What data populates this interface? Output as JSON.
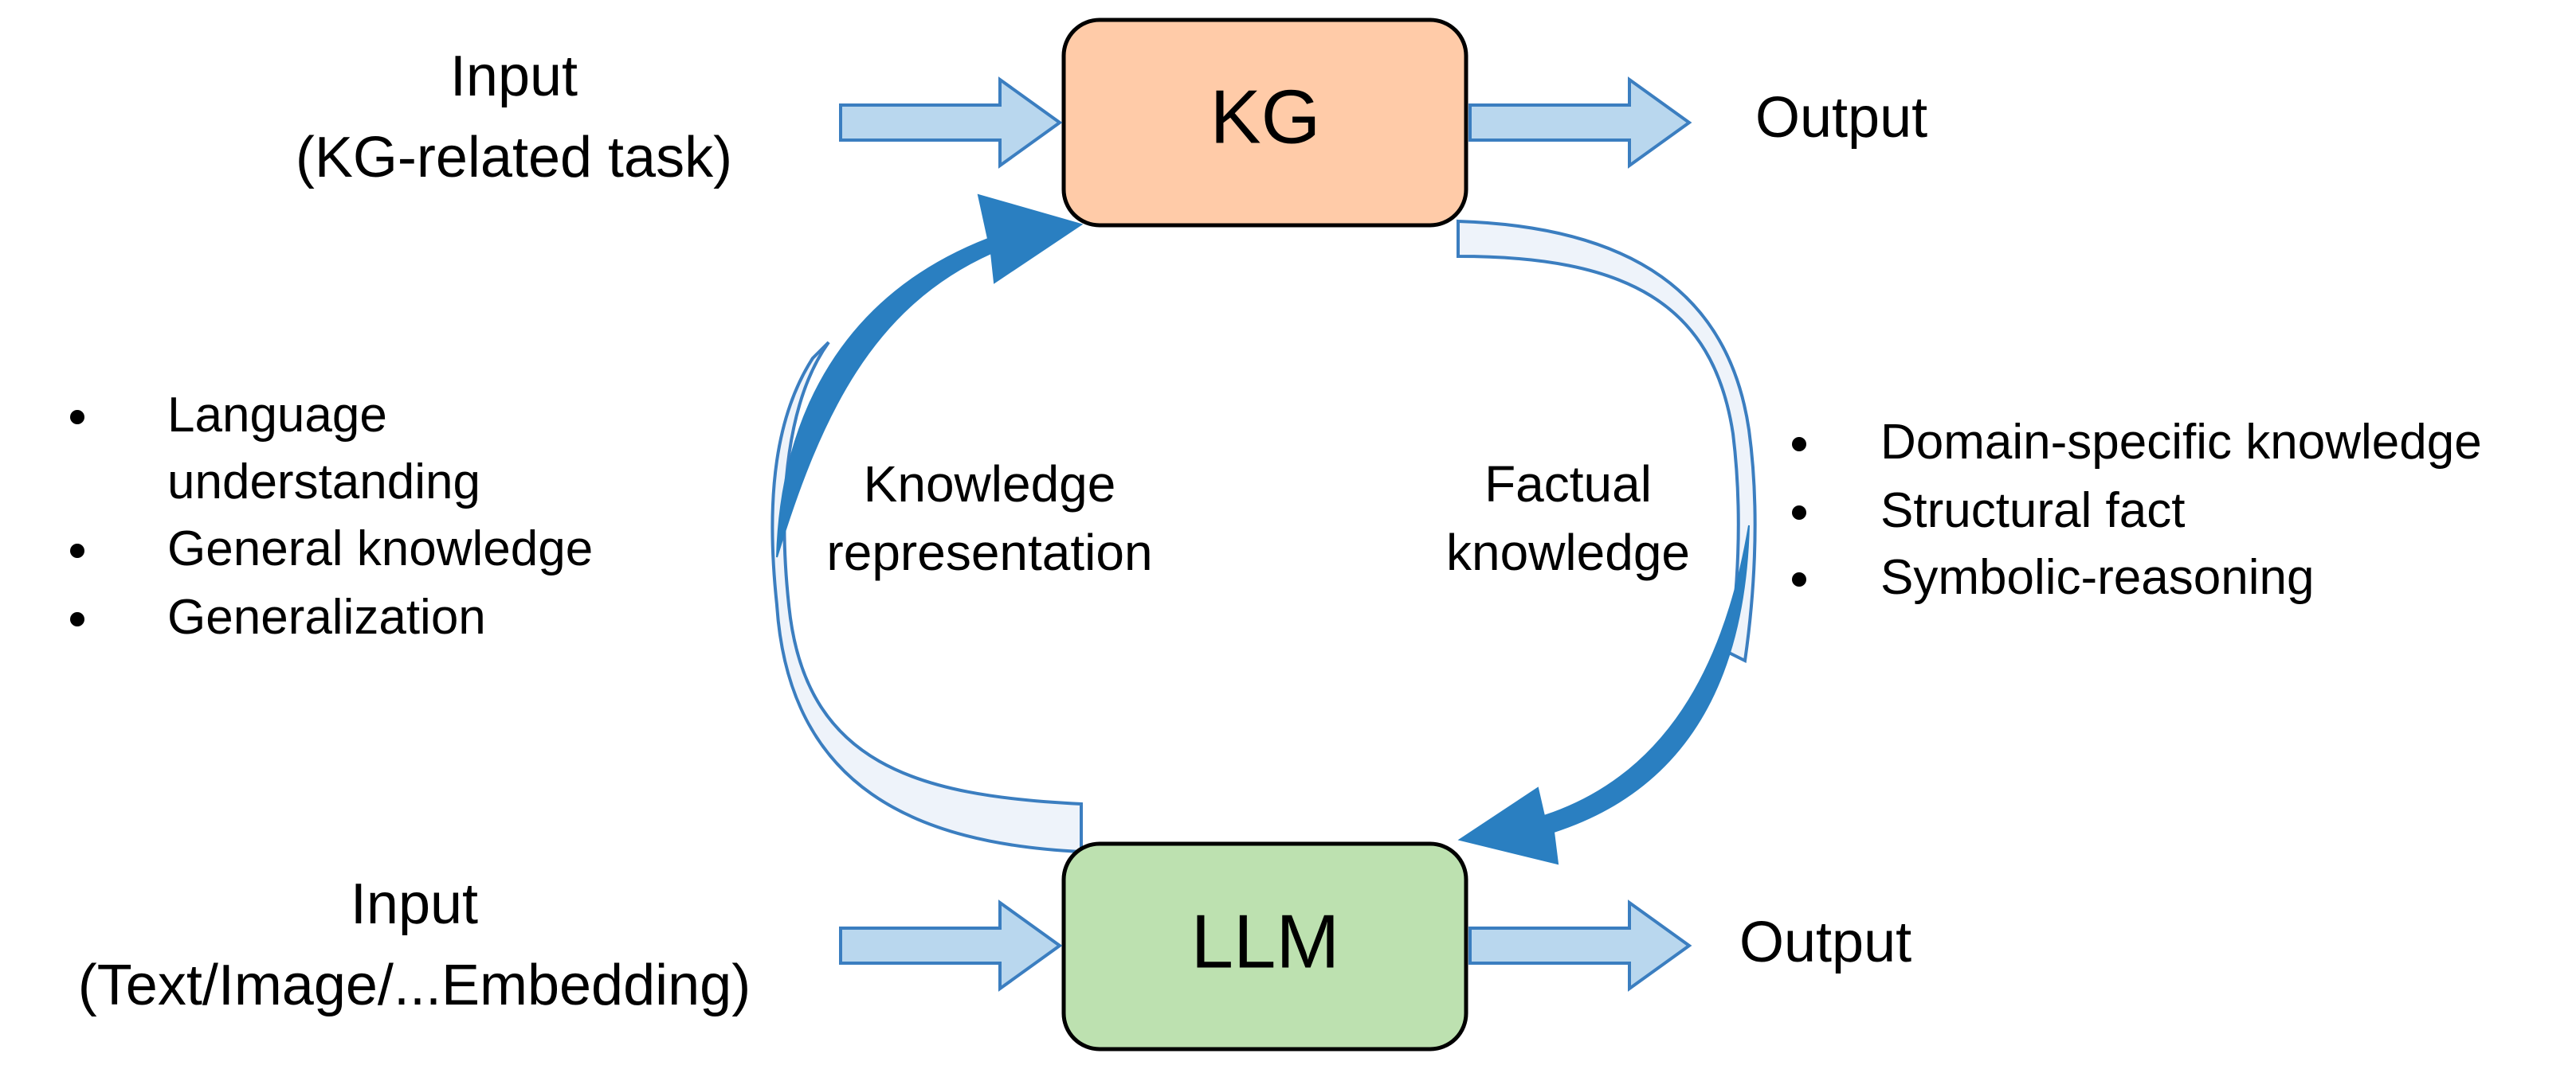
{
  "kg_box": {
    "label": "KG",
    "fill": "#FFCBA8"
  },
  "llm_box": {
    "label": "LLM",
    "fill": "#BDE1B0"
  },
  "kg_input": {
    "line1": "Input",
    "line2": "(KG-related task)"
  },
  "kg_output": {
    "label": "Output"
  },
  "llm_input": {
    "line1": "Input",
    "line2": "(Text/Image/...Embedding)"
  },
  "llm_output": {
    "label": "Output"
  },
  "left_arc_label": {
    "line1": "Knowledge",
    "line2": "representation"
  },
  "right_arc_label": {
    "line1": "Factual",
    "line2": "knowledge"
  },
  "left_bullets": {
    "item1_line1": "Language",
    "item1_line2": "understanding",
    "item2": "General knowledge",
    "item3": "Generalization"
  },
  "right_bullets": {
    "item1": "Domain-specific knowledge",
    "item2": "Structural fact",
    "item3": "Symbolic-reasoning"
  },
  "colors": {
    "arrow_fill": "#B9D7EE",
    "arrow_stroke": "#3B7EC0",
    "arc_blue": "#2A7FC1",
    "arc_light": "#EEF3FA",
    "box_stroke": "#000000"
  }
}
